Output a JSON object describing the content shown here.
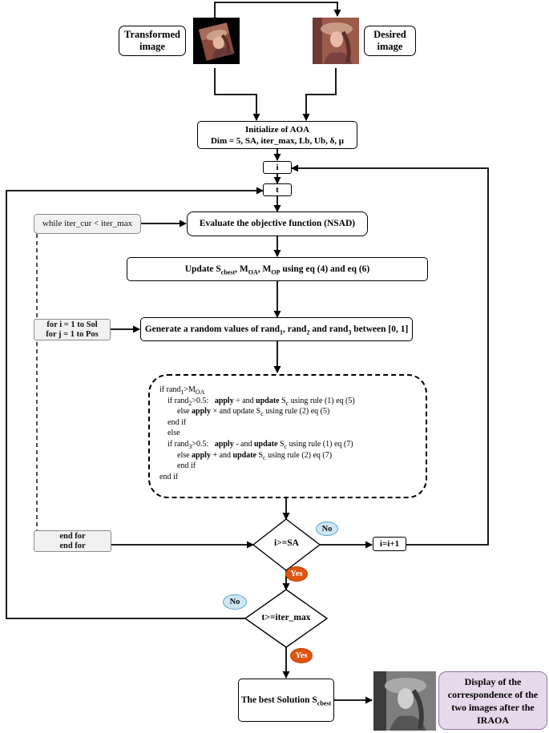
{
  "top_images": {
    "transformed_label": "Transformed image",
    "desired_label": "Desired image"
  },
  "init": {
    "title": "Initialize of AOA",
    "params": "Dim = 5, SA, iter_max, Lb, Ub, δ, μ"
  },
  "counters": {
    "i": "i",
    "t": "t",
    "i_increment": "i=i+1"
  },
  "loops": {
    "while": "while iter_cur < iter_max",
    "for_i": "for i = 1 to Sol",
    "for_j": "for j = 1 to Pos",
    "end_for_1": "end for",
    "end_for_2": "end for"
  },
  "steps": {
    "evaluate": "Evaluate the objective function (NSAD)",
    "update_prefix": "Update S",
    "update_sub1": "cbest",
    "update_mid1": ", M",
    "update_sub2": "OA",
    "update_mid2": ", M",
    "update_sub3": "OP",
    "update_suffix": " using eq (4) and eq (6)",
    "generate_a": "Generate a random values of rand",
    "generate_b": ", rand",
    "generate_c": " and rand",
    "generate_d": " between [0, 1]",
    "sub_1": "1",
    "sub_2": "2",
    "sub_3": "3"
  },
  "conditional": {
    "l1_a": "if rand",
    "l1_sub": "1",
    "l1_b": ">M",
    "l1_sub2": "OA",
    "l2_a": "if rand",
    "l2_sub": "2",
    "l2_b": ">0.5:",
    "l2_apply": "apply",
    "l2_c": " ÷ and ",
    "l2_update": "update",
    "l2_d": " S",
    "l2_sub2": "c",
    "l2_e": " using rule (1) eq (5)",
    "l3_a": "else ",
    "l3_apply": "apply",
    "l3_b": " × and update S",
    "l3_sub": "c",
    "l3_c": " using rule (2) eq (5)",
    "l4": "end if",
    "l5": "else",
    "l6_a": "if rand",
    "l6_sub": "3",
    "l6_b": ">0.5:",
    "l6_apply": "apply",
    "l6_c": " - and ",
    "l6_update": "update",
    "l6_d": " S",
    "l6_sub2": "c",
    "l6_e": " using rule (1) eq (7)",
    "l7_a": "else ",
    "l7_apply": "apply",
    "l7_b": " + and ",
    "l7_update": "update",
    "l7_c": " S",
    "l7_sub": "c",
    "l7_d": " using rule (2) eq (7)",
    "l8": "end if",
    "l9": "end if"
  },
  "decisions": {
    "d1": "i>=SA",
    "d2": "t>=iter_max",
    "no": "No",
    "yes": "Yes"
  },
  "result": {
    "best_prefix": "The best Solution S",
    "best_sub": "cbest",
    "display": "Display of the correspondence of the two images after the IRAOA"
  },
  "colors": {
    "yes_badge": "#e2550f",
    "no_badge": "#cfe6f6",
    "result_panel": "#e6d9ec"
  }
}
